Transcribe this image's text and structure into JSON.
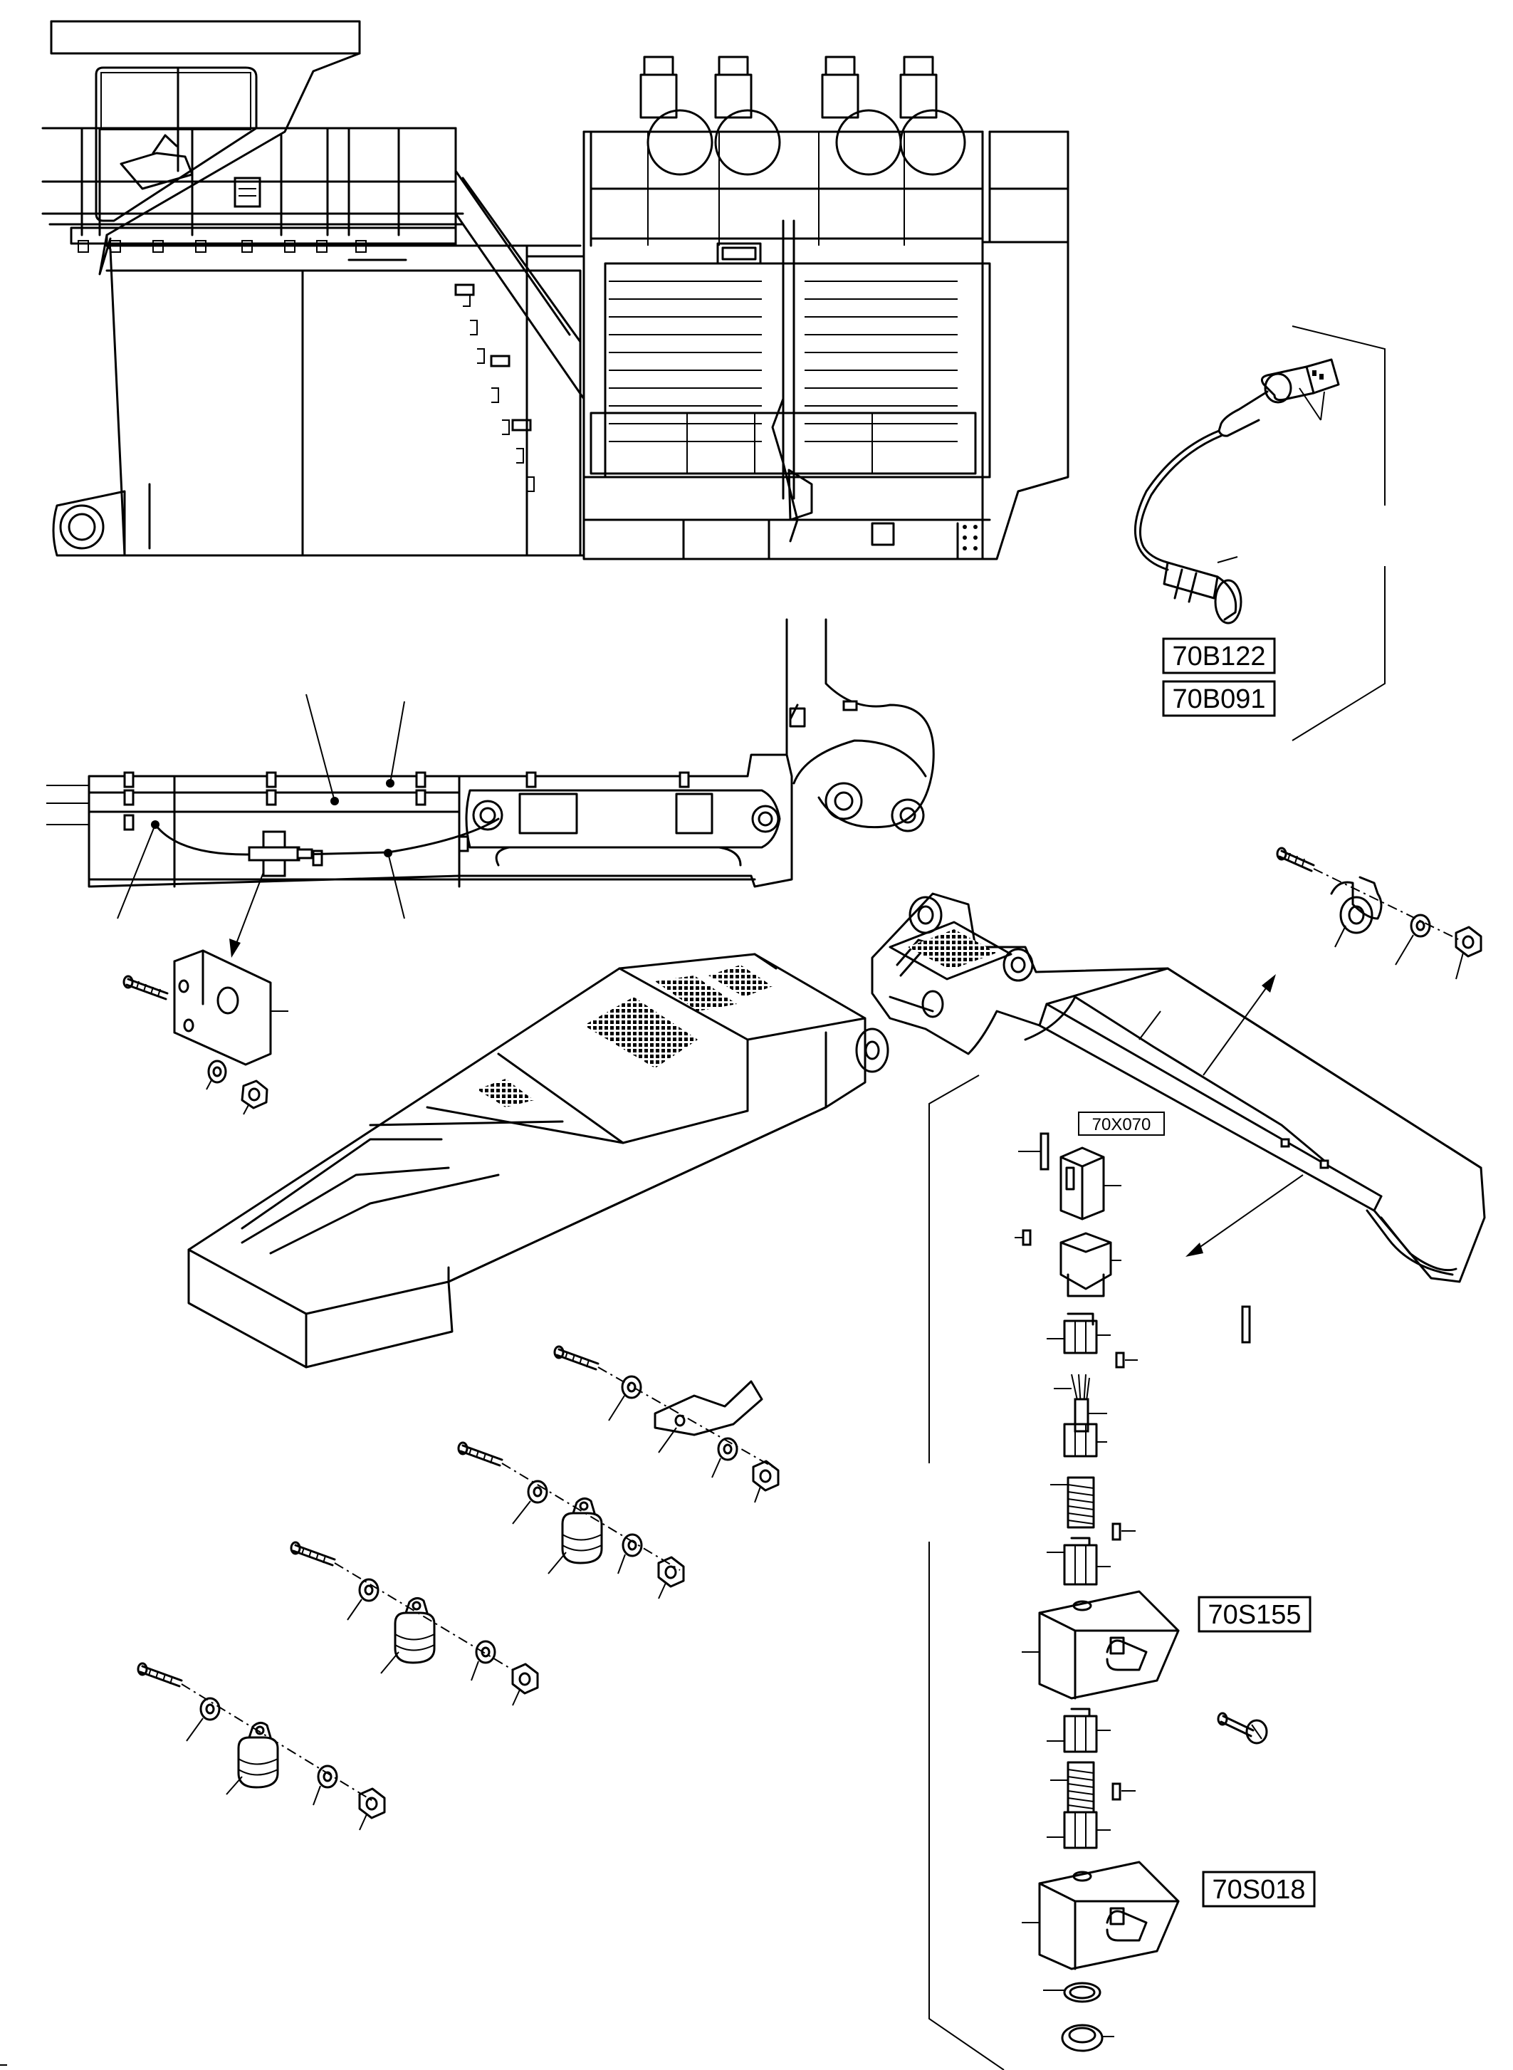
{
  "labels": {
    "sensor_a": "70B122",
    "sensor_b": "70B091",
    "connector": "70X070",
    "switch_a": "70S155",
    "switch_b": "70S018"
  }
}
